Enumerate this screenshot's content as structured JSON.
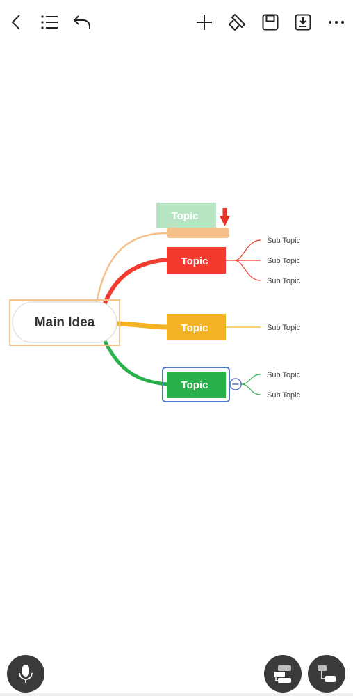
{
  "toolbar": {
    "icons": [
      "back-icon",
      "outline-list-icon",
      "undo-icon",
      "add-icon",
      "format-brush-icon",
      "save-icon",
      "export-icon",
      "more-icon"
    ]
  },
  "map": {
    "main_idea": "Main Idea",
    "ghost_topic": "Topic",
    "topics": [
      {
        "label": "Topic",
        "color": "#f23b2e",
        "subtopics": [
          "Sub Topic",
          "Sub Topic",
          "Sub Topic"
        ]
      },
      {
        "label": "Topic",
        "color": "#f4b324",
        "subtopics": [
          "Sub Topic"
        ]
      },
      {
        "label": "Topic",
        "color": "#28b04a",
        "subtopics": [
          "Sub Topic",
          "Sub Topic"
        ]
      }
    ],
    "selection_color": "#5577c7",
    "drop_indicator_color": "#f6c08a",
    "drop_arrow_color": "#e53427"
  },
  "bottom": {
    "icons": [
      "microphone-icon",
      "layout-icon",
      "structure-icon"
    ]
  }
}
